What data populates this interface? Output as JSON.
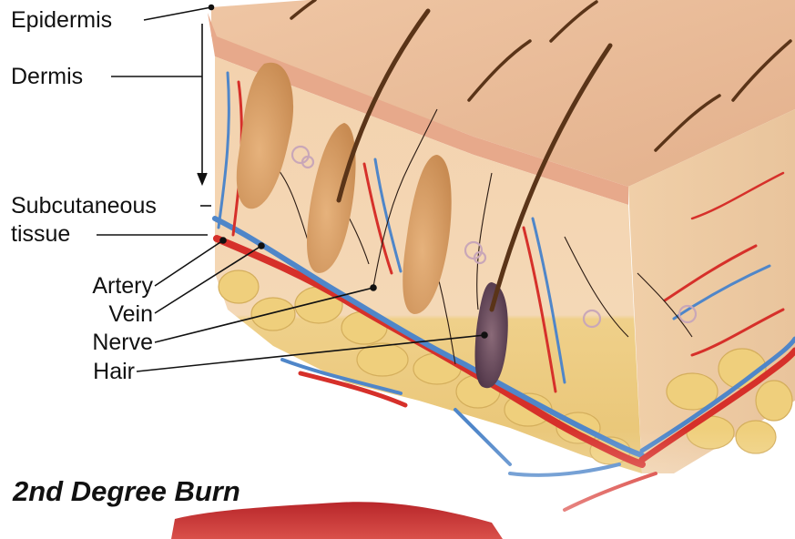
{
  "labels": {
    "epidermis": "Epidermis",
    "dermis": "Dermis",
    "subcutaneous_line1": "Subcutaneous",
    "subcutaneous_line2": "tissue",
    "artery": "Artery",
    "vein": "Vein",
    "nerve": "Nerve",
    "hair": "Hair"
  },
  "heading": "2nd Degree Burn",
  "colors": {
    "epidermis": "#e8b48e",
    "dermis": "#f4d3ad",
    "subcutaneous_fat": "#efcf7c",
    "artery": "#d6302a",
    "vein": "#4f86c9",
    "hair_shaft": "#5a3418",
    "follicle": "#d9a36e",
    "burn_tissue": "#c02a2e",
    "leader_line": "#111111"
  }
}
